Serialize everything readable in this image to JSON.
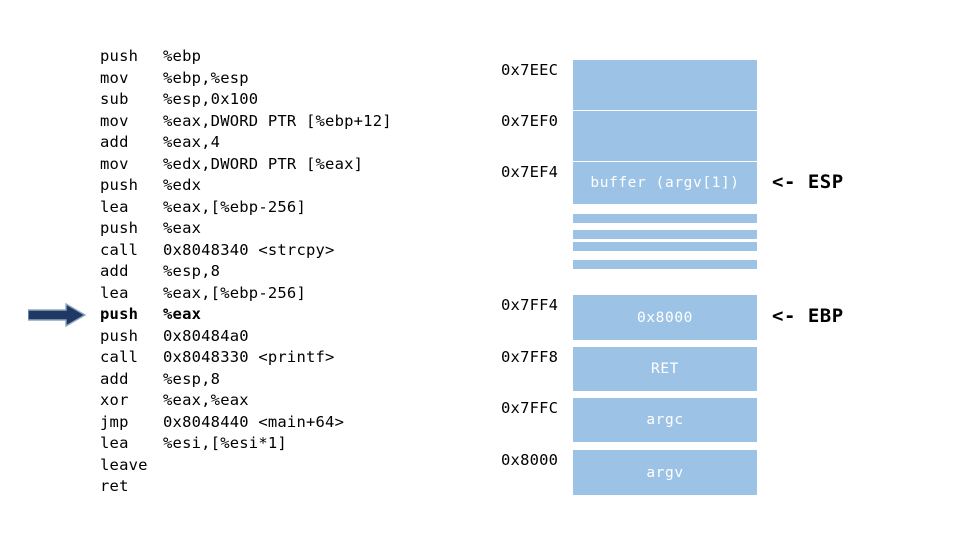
{
  "code": {
    "lines": [
      {
        "mnemonic": "push",
        "operands": "%ebp",
        "current": false
      },
      {
        "mnemonic": "mov",
        "operands": "%ebp,%esp",
        "current": false
      },
      {
        "mnemonic": "sub",
        "operands": "%esp,0x100",
        "current": false
      },
      {
        "mnemonic": "mov",
        "operands": "%eax,DWORD PTR [%ebp+12]",
        "current": false
      },
      {
        "mnemonic": "add",
        "operands": "%eax,4",
        "current": false
      },
      {
        "mnemonic": "mov",
        "operands": "%edx,DWORD PTR [%eax]",
        "current": false
      },
      {
        "mnemonic": "push",
        "operands": "%edx",
        "current": false
      },
      {
        "mnemonic": "lea",
        "operands": "%eax,[%ebp-256]",
        "current": false
      },
      {
        "mnemonic": "push",
        "operands": "%eax",
        "current": false
      },
      {
        "mnemonic": "call",
        "operands": "0x8048340 <strcpy>",
        "current": false
      },
      {
        "mnemonic": "add",
        "operands": "%esp,8",
        "current": false
      },
      {
        "mnemonic": "lea",
        "operands": "%eax,[%ebp-256]",
        "current": false
      },
      {
        "mnemonic": "push",
        "operands": "%eax",
        "current": true
      },
      {
        "mnemonic": "push",
        "operands": "0x80484a0",
        "current": false
      },
      {
        "mnemonic": "call",
        "operands": "0x8048330 <printf>",
        "current": false
      },
      {
        "mnemonic": "add",
        "operands": "%esp,8",
        "current": false
      },
      {
        "mnemonic": "xor",
        "operands": "%eax,%eax",
        "current": false
      },
      {
        "mnemonic": "jmp",
        "operands": "0x8048440 <main+64>",
        "current": false
      },
      {
        "mnemonic": "lea",
        "operands": "%esi,[%esi*1]",
        "current": false
      },
      {
        "mnemonic": "leave",
        "operands": "",
        "current": false
      },
      {
        "mnemonic": "ret",
        "operands": "",
        "current": false
      }
    ]
  },
  "pointer": {
    "icon": "right-arrow-icon",
    "fill_color": "#1F3864",
    "edge_color": "#8EA9C1"
  },
  "stack": {
    "fill_color": "#9CC3E5",
    "text_color": "#FFFFFF",
    "cells": [
      {
        "address": "0x7EEC",
        "label": "",
        "kind": "block"
      },
      {
        "address": "0x7EF0",
        "label": "",
        "kind": "block"
      },
      {
        "address": "0x7EF4",
        "label": "buffer (argv[1])",
        "kind": "block"
      },
      {
        "address": "",
        "label": "",
        "kind": "thin"
      },
      {
        "address": "",
        "label": "",
        "kind": "thin"
      },
      {
        "address": "",
        "label": "",
        "kind": "thin"
      },
      {
        "address": "",
        "label": "",
        "kind": "thin"
      },
      {
        "address": "0x7FF4",
        "label": "0x8000",
        "kind": "block"
      },
      {
        "address": "0x7FF8",
        "label": "RET",
        "kind": "block"
      },
      {
        "address": "0x7FFC",
        "label": "argc",
        "kind": "block"
      },
      {
        "address": "0x8000",
        "label": "argv",
        "kind": "block"
      }
    ],
    "markers": [
      {
        "name": "esp",
        "text": "<- ESP"
      },
      {
        "name": "ebp",
        "text": "<- EBP"
      }
    ]
  }
}
